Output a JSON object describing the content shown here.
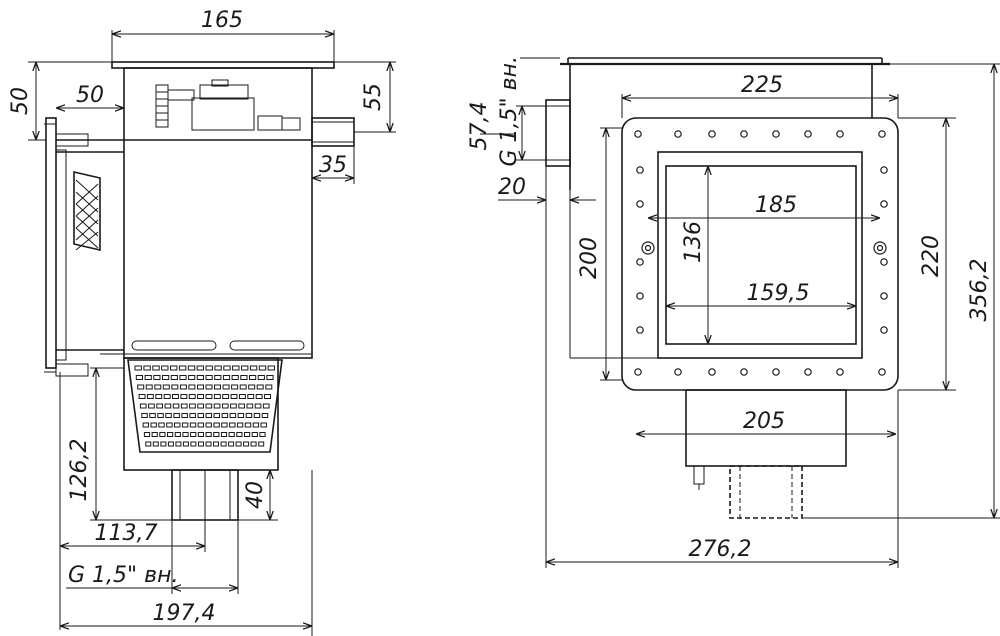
{
  "side_view": {
    "dims": {
      "top_width": "165",
      "left_height": "50",
      "inner_depth": "50",
      "right_height": "55",
      "pipe_length": "35",
      "bottom_height": "126,2",
      "pipe_height": "40",
      "offset_113": "113,7",
      "thread_label": "G 1,5\" вн.",
      "total_width": "197,4"
    }
  },
  "front_view": {
    "dims": {
      "thread_label": "G 1,5\" вн.",
      "thread_height": "57,4",
      "thread_offset": "20",
      "flange_width": "225",
      "opening_width": "185",
      "opening_height": "136",
      "inner_width": "159,5",
      "body_height": "200",
      "flange_height": "220",
      "total_height": "356,2",
      "bottom_width": "205",
      "total_width": "276,2"
    }
  },
  "colors": {
    "line": "#1a1a1a",
    "background": "#ffffff"
  }
}
